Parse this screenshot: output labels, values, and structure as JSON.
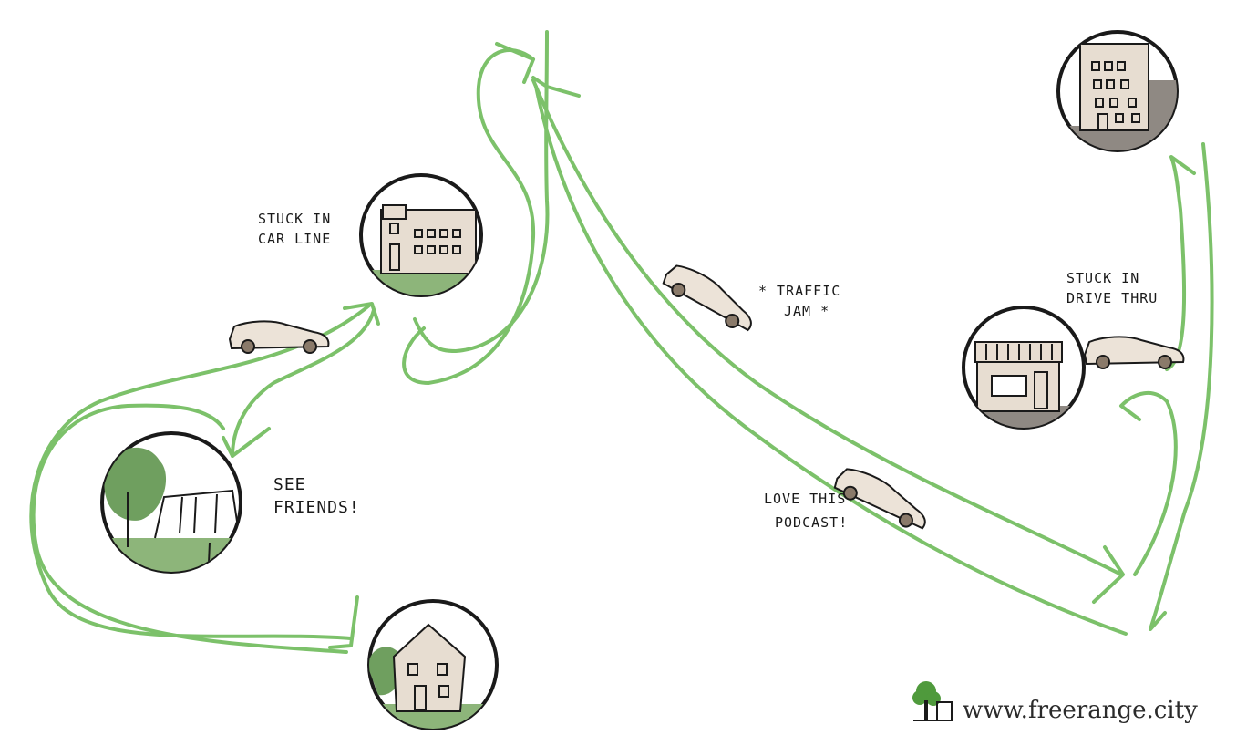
{
  "labels": {
    "school": [
      "STUCK IN",
      "CAR LINE"
    ],
    "park": [
      "SEE",
      "FRIENDS!"
    ],
    "traffic": [
      "* TRAFFIC",
      "JAM *"
    ],
    "drive_thru": [
      "STUCK IN",
      "DRIVE THRU"
    ],
    "podcast": [
      "LOVE THIS",
      "PODCAST!"
    ]
  },
  "brand": {
    "url": "www.freerange.city"
  },
  "colors": {
    "route": "#7cc16a",
    "ground": "#8db57a",
    "tree": "#6f9f5f",
    "building": "#e7ddd1",
    "car_body": "#ece3d8",
    "ink": "#1a1a1a",
    "shop_floor": "#8f8983",
    "logo_green": "#4f9a3c"
  }
}
